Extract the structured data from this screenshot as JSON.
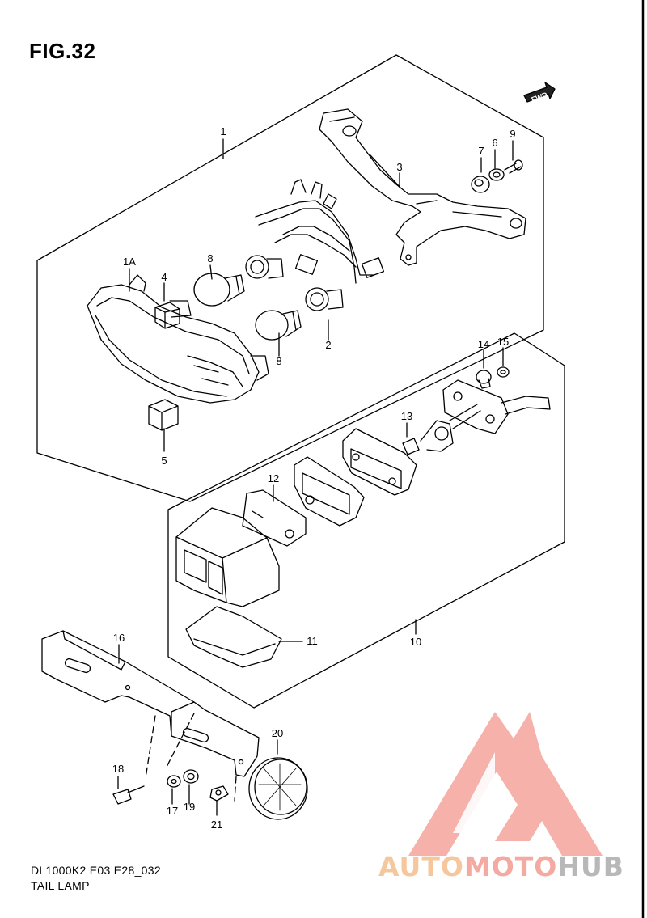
{
  "figure": {
    "title": "FIG.32",
    "direction_badge": "FWD"
  },
  "footer": {
    "code": "DL1000K2 E03 E28_032",
    "caption": "TAIL LAMP"
  },
  "watermark": {
    "part_a": "AUTO",
    "part_b": "MOTO",
    "part_c": "HUB",
    "colors": {
      "a": "#f6c79c",
      "b": "#f4a9a1",
      "c": "#b8b8b8"
    }
  },
  "callouts": {
    "c1": "1",
    "c1a": "1A",
    "c2": "2",
    "c3": "3",
    "c4": "4",
    "c5": "5",
    "c6": "6",
    "c7": "7",
    "c8a": "8",
    "c8b": "8",
    "c9": "9",
    "c10": "10",
    "c11": "11",
    "c12": "12",
    "c13": "13",
    "c14": "14",
    "c15": "15",
    "c16": "16",
    "c17": "17",
    "c18": "18",
    "c19": "19",
    "c20": "20",
    "c21": "21"
  }
}
